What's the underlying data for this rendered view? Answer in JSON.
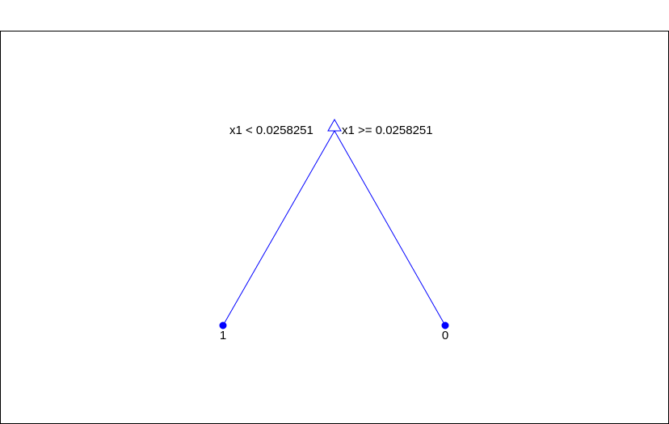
{
  "tree": {
    "root": {
      "left_condition": "x1 < 0.0258251",
      "right_condition": "x1 >= 0.0258251"
    },
    "leaves": [
      {
        "label": "1"
      },
      {
        "label": "0"
      }
    ],
    "colors": {
      "branch": "#0000ff",
      "frame": "#000000",
      "background": "#ffffff"
    }
  }
}
